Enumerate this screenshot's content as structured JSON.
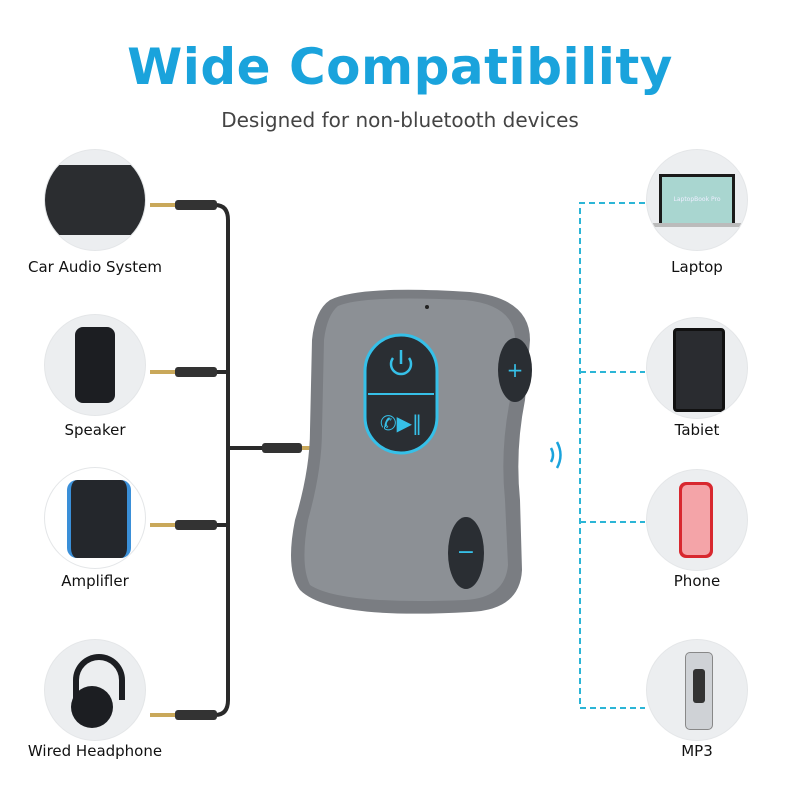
{
  "header": {
    "title": "Wide Compatibility",
    "subtitle": "Designed for non-bluetooth devices"
  },
  "accent_color": "#1aa3dc",
  "left_devices": [
    {
      "label": "Car Audio System",
      "icon": "car-stereo-icon"
    },
    {
      "label": "Speaker",
      "icon": "speaker-icon"
    },
    {
      "label": "Amplifler",
      "icon": "amplifier-icon"
    },
    {
      "label": "Wired Headphone",
      "icon": "headphone-icon"
    }
  ],
  "right_devices": [
    {
      "label": "Laptop",
      "icon": "laptop-icon",
      "screen_text": "LaptopBook Pro"
    },
    {
      "label": "Tabiet",
      "icon": "tablet-icon"
    },
    {
      "label": "Phone",
      "icon": "phone-icon"
    },
    {
      "label": "MP3",
      "icon": "mp3-player-icon"
    }
  ],
  "receiver": {
    "buttons": [
      "power",
      "call-play-pause",
      "volume-up",
      "volume-down"
    ]
  }
}
